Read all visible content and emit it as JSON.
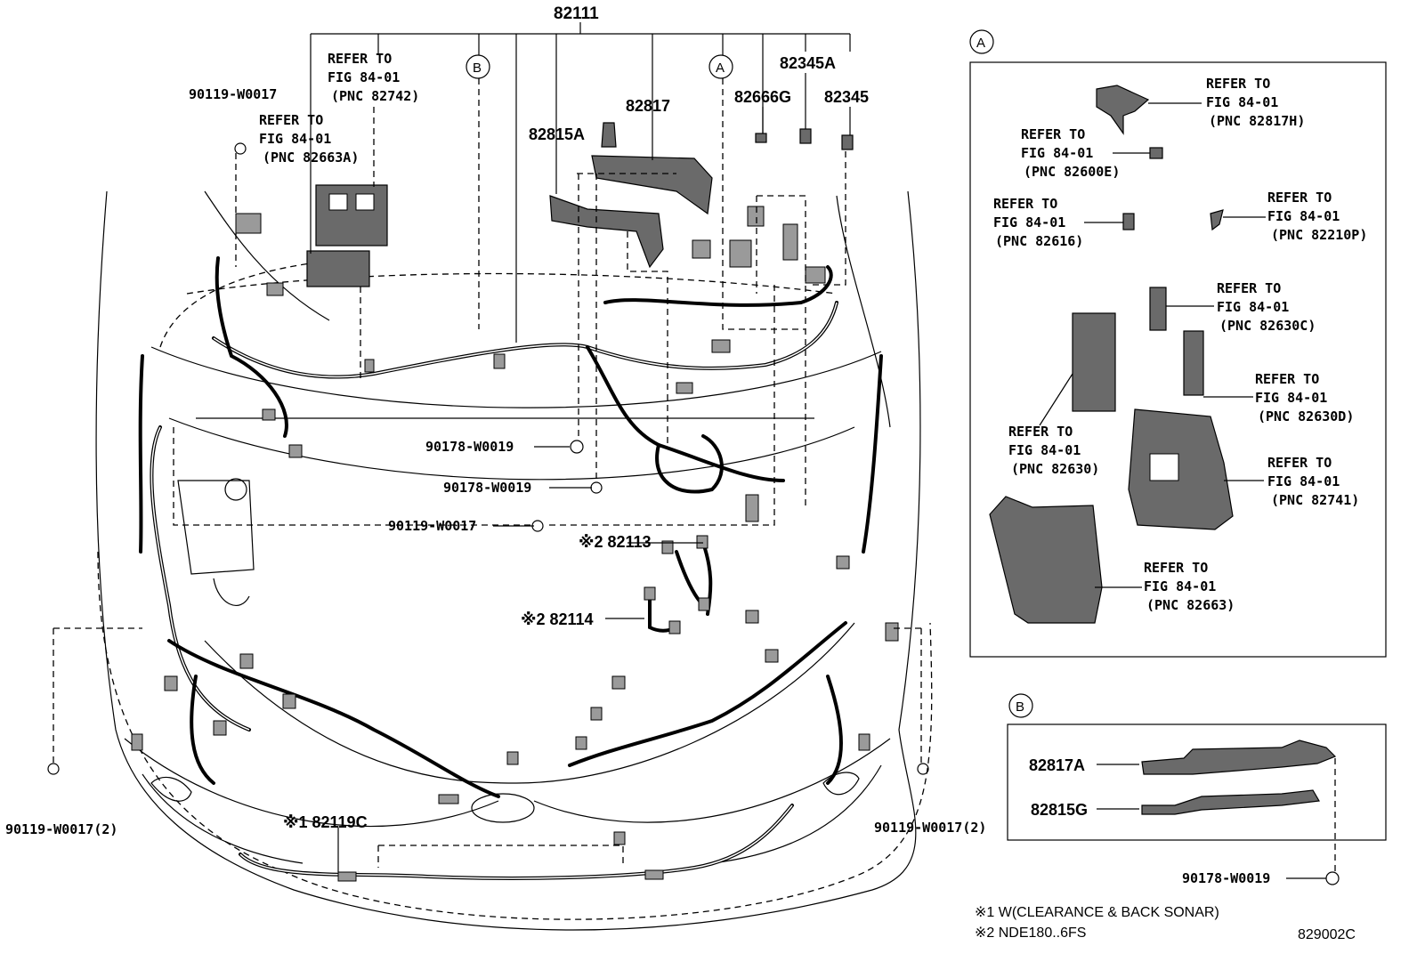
{
  "parts": {
    "p82111": "82111",
    "p82345A": "82345A",
    "p82817": "82817",
    "p82666G": "82666G",
    "p82345": "82345",
    "p82815A": "82815A",
    "p82113": "※2 82113",
    "p82114": "※2 82114",
    "p82119C": "※1 82119C",
    "p82817A": "82817A",
    "p82815G": "82815G"
  },
  "fasteners": {
    "bolt_top_left": "90119-W0017",
    "nut_1": "90178-W0019",
    "nut_2": "90178-W0019",
    "bolt_mid": "90119-W0017",
    "bolt_left_2": "90119-W0017(2)",
    "bolt_right_2": "90119-W0017(2)",
    "nut_b": "90178-W0019"
  },
  "refers": {
    "r82742": [
      "REFER TO",
      "FIG 84-01",
      "(PNC 82742)"
    ],
    "r82663A": [
      "REFER TO",
      "FIG 84-01",
      "(PNC 82663A)"
    ],
    "r82817H": [
      "REFER TO",
      "FIG 84-01",
      "(PNC 82817H)"
    ],
    "r82600E": [
      "REFER TO",
      "FIG 84-01",
      "(PNC 82600E)"
    ],
    "r82616": [
      "REFER TO",
      "FIG 84-01",
      "(PNC 82616)"
    ],
    "r82210P": [
      "REFER TO",
      "FIG 84-01",
      "(PNC 82210P)"
    ],
    "r82630C": [
      "REFER TO",
      "FIG 84-01",
      "(PNC 82630C)"
    ],
    "r82630D": [
      "REFER TO",
      "FIG 84-01",
      "(PNC 82630D)"
    ],
    "r82630": [
      "REFER TO",
      "FIG 84-01",
      "(PNC 82630)"
    ],
    "r82741": [
      "REFER TO",
      "FIG 84-01",
      "(PNC 82741)"
    ],
    "r82663": [
      "REFER TO",
      "FIG 84-01",
      "(PNC 82663)"
    ]
  },
  "callouts": {
    "a_main": "A",
    "b_main": "B",
    "a_panel": "A",
    "b_panel": "B"
  },
  "notes": {
    "n1": "※1 W(CLEARANCE & BACK SONAR)",
    "n2": "※2 NDE180..6FS",
    "code": "829002C"
  }
}
